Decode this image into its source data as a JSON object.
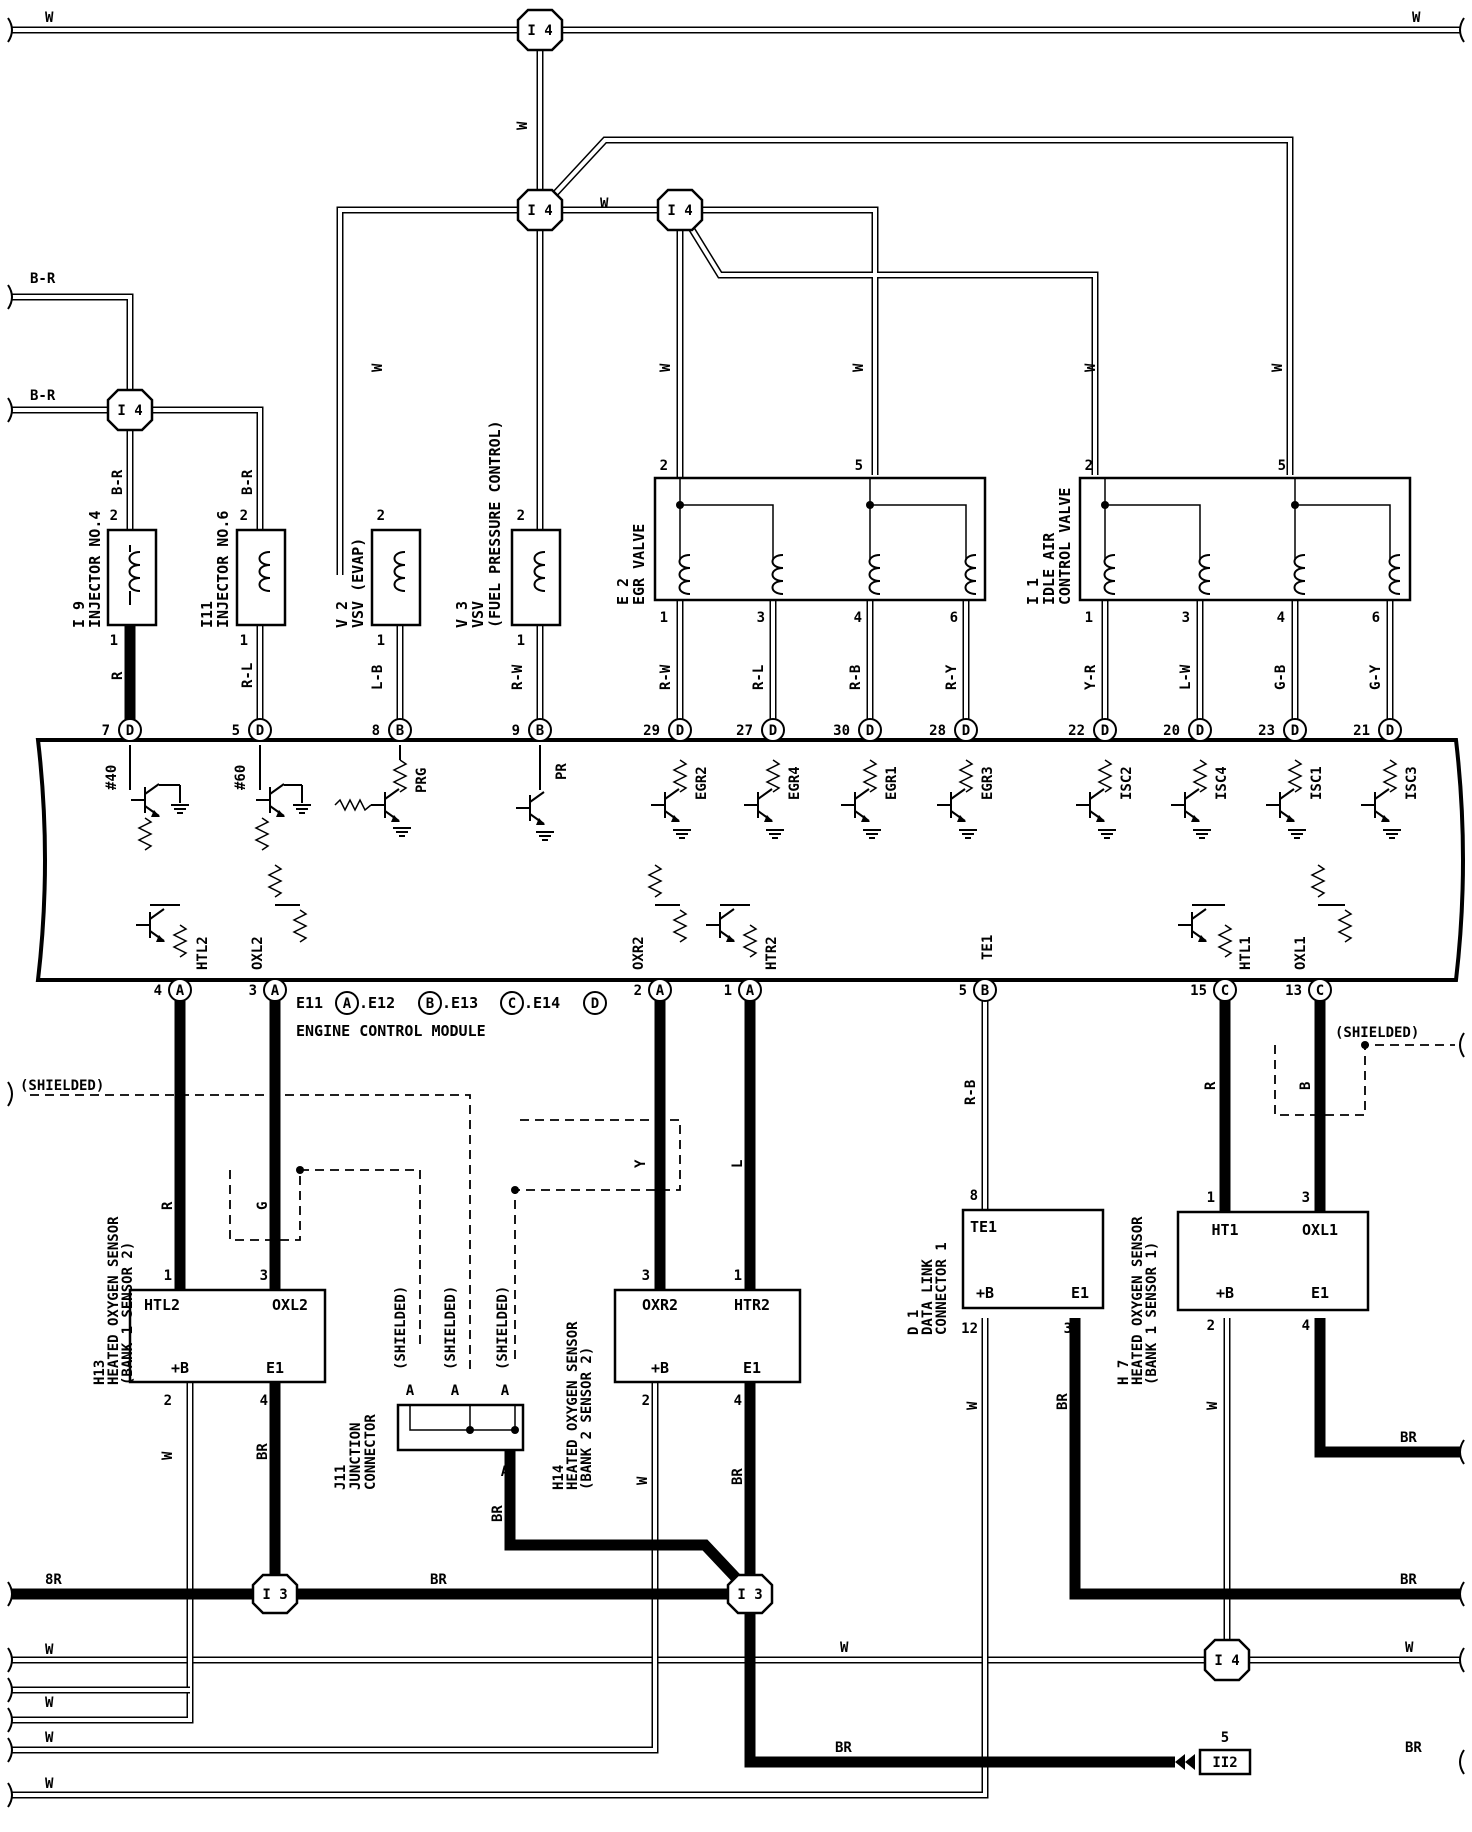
{
  "wire_colors": {
    "w": "W",
    "br": "BR",
    "br_alt": "8R",
    "b_r": "B-R",
    "r": "R",
    "g": "G",
    "y": "Y",
    "l": "L",
    "b": "B",
    "r_l": "R-L",
    "l_b": "L-B",
    "r_w": "R-W",
    "r_b": "R-B",
    "r_y": "R-Y",
    "y_r": "Y-R",
    "l_w": "L-W",
    "g_b": "G-B",
    "g_y": "G-Y"
  },
  "junctions": {
    "i4": "I 4",
    "i3": "I 3",
    "ii2": "II2"
  },
  "ii2_pin": "5",
  "components": {
    "i9": {
      "id": "I 9",
      "name": "INJECTOR NO.4",
      "pin_top": "2",
      "pin_bot": "1"
    },
    "i11": {
      "id": "I11",
      "name": "INJECTOR NO.6",
      "pin_top": "2",
      "pin_bot": "1"
    },
    "v2": {
      "id": "V 2",
      "name": "VSV (EVAP)",
      "pin_top": "2",
      "pin_bot": "1"
    },
    "v3": {
      "id": "V 3",
      "name": "VSV",
      "name2": "(FUEL PRESSURE CONTROL)",
      "pin_top": "2",
      "pin_bot": "1"
    },
    "e2": {
      "id": "E 2",
      "name": "EGR VALVE",
      "pins_top": [
        "2",
        "5"
      ],
      "pins_bot": [
        "1",
        "3",
        "4",
        "6"
      ]
    },
    "i1": {
      "id": "I 1",
      "name": "IDLE AIR",
      "name2": "CONTROL VALVE",
      "pins_top": [
        "2",
        "5"
      ],
      "pins_bot": [
        "1",
        "3",
        "4",
        "6"
      ]
    },
    "h13": {
      "id": "H13",
      "name": "HEATED OXYGEN SENSOR",
      "name2": "(BANK 1 SENSOR 2)",
      "left_top": "HTL2",
      "right_top": "OXL2",
      "left_bot": "+B",
      "right_bot": "E1",
      "pin_tl": "1",
      "pin_tr": "3",
      "pin_bl": "2",
      "pin_br": "4"
    },
    "h14": {
      "id": "H14",
      "name": "HEATED OXYGEN SENSOR",
      "name2": "(BANK 2 SENSOR 2)",
      "left_top": "OXR2",
      "right_top": "HTR2",
      "left_bot": "+B",
      "right_bot": "E1",
      "pin_tl": "3",
      "pin_tr": "1",
      "pin_bl": "2",
      "pin_br": "4"
    },
    "h7": {
      "id": "H 7",
      "name": "HEATED OXYGEN SENSOR",
      "name2": "(BANK 1 SENSOR 1)",
      "left_top": "HT1",
      "right_top": "OXL1",
      "left_bot": "+B",
      "right_bot": "E1",
      "pin_tl": "1",
      "pin_tr": "3",
      "pin_bl": "2",
      "pin_br": "4"
    },
    "d1": {
      "id": "D 1",
      "name": "DATA LINK",
      "name2": "CONNECTOR 1",
      "top": "TE1",
      "left_bot": "+B",
      "right_bot": "E1",
      "pin_top": "8",
      "pin_bl": "12",
      "pin_br": "3"
    },
    "j11": {
      "id": "J11",
      "name": "JUNCTION",
      "name2": "CONNECTOR",
      "pin": "A"
    }
  },
  "shielded": "(SHIELDED)",
  "ecm": {
    "title_parts": [
      "E11",
      ".E12",
      ".E13",
      ".E14"
    ],
    "title_letters": [
      "A",
      "B",
      "C",
      "D"
    ],
    "name": "ENGINE CONTROL MODULE",
    "top_pins": [
      {
        "num": "7",
        "conn": "D",
        "signal": "#40"
      },
      {
        "num": "5",
        "conn": "D",
        "signal": "#60"
      },
      {
        "num": "8",
        "conn": "B",
        "signal": "PRG"
      },
      {
        "num": "9",
        "conn": "B",
        "signal": "PR"
      },
      {
        "num": "29",
        "conn": "D",
        "signal": "EGR2"
      },
      {
        "num": "27",
        "conn": "D",
        "signal": "EGR4"
      },
      {
        "num": "30",
        "conn": "D",
        "signal": "EGR1"
      },
      {
        "num": "28",
        "conn": "D",
        "signal": "EGR3"
      },
      {
        "num": "22",
        "conn": "D",
        "signal": "ISC2"
      },
      {
        "num": "20",
        "conn": "D",
        "signal": "ISC4"
      },
      {
        "num": "23",
        "conn": "D",
        "signal": "ISC1"
      },
      {
        "num": "21",
        "conn": "D",
        "signal": "ISC3"
      }
    ],
    "bottom_pins": [
      {
        "num": "4",
        "conn": "A",
        "signal": "HTL2"
      },
      {
        "num": "3",
        "conn": "A",
        "signal": "OXL2"
      },
      {
        "num": "2",
        "conn": "A",
        "signal": "OXR2"
      },
      {
        "num": "1",
        "conn": "A",
        "signal": "HTR2"
      },
      {
        "num": "5",
        "conn": "B",
        "signal": "TE1"
      },
      {
        "num": "15",
        "conn": "C",
        "signal": "HTL1"
      },
      {
        "num": "13",
        "conn": "C",
        "signal": "OXL1"
      }
    ]
  }
}
